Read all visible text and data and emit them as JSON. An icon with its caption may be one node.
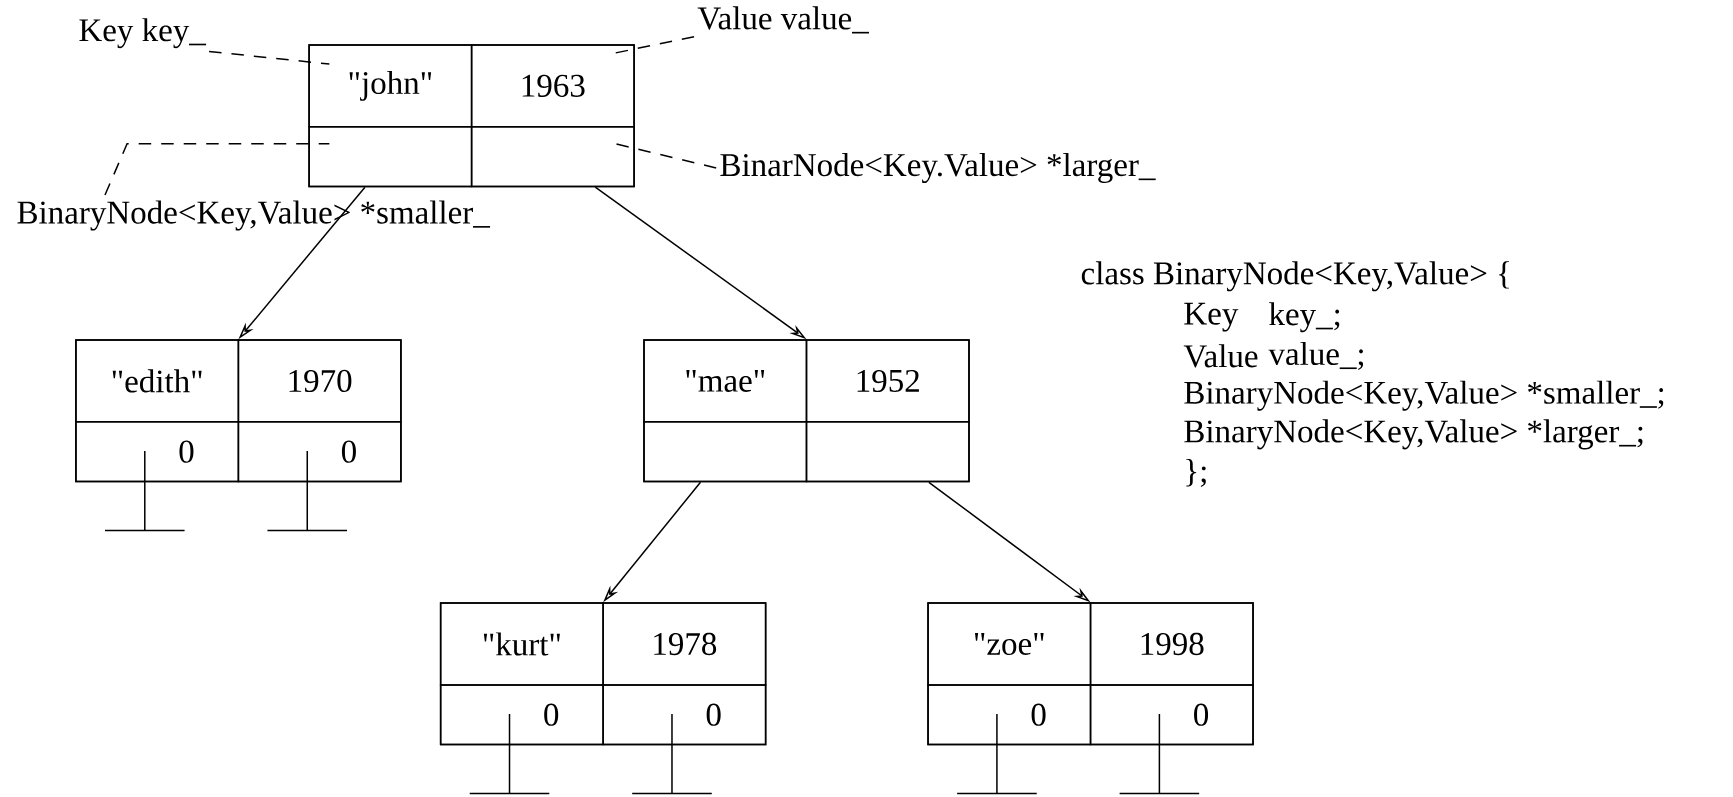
{
  "diagram": {
    "nodes": [
      {
        "text": [
          "Key key_"
        ]
      },
      {
        "text": [
          "Value value_"
        ]
      },
      {
        "text": [],
        "shape": "box"
      },
      {
        "text": [
          "\"john\""
        ],
        "in": 2
      },
      {
        "text": [
          "1963"
        ],
        "in": 2
      },
      {
        "text": [],
        "shape": "box",
        "in": 2
      },
      {
        "text": [],
        "shape": "box",
        "in": 2
      },
      {
        "text": [
          "BinarNode<Key.Value> *larger_"
        ]
      },
      {
        "text": [
          "BinaryNode<Key,Value> *smaller_"
        ]
      },
      {
        "text": [],
        "shape": "box"
      },
      {
        "text": [
          "\"edith\""
        ],
        "in": 9
      },
      {
        "text": [
          "1970"
        ],
        "in": 9
      },
      {
        "text": [
          "0"
        ],
        "in": 9
      },
      {
        "text": [
          "0"
        ],
        "in": 9
      },
      {
        "text": [],
        "shape": "box"
      },
      {
        "text": [
          "\"mae\""
        ],
        "in": 14
      },
      {
        "text": [
          "1952"
        ],
        "in": 14
      },
      {
        "text": [],
        "shape": "box",
        "in": 14
      },
      {
        "text": [],
        "shape": "box",
        "in": 14
      },
      {
        "text": [],
        "shape": "box"
      },
      {
        "text": [
          "\"kurt\""
        ],
        "in": 19
      },
      {
        "text": [
          "1978"
        ],
        "in": 19
      },
      {
        "text": [
          "0"
        ],
        "in": 19
      },
      {
        "text": [
          "0"
        ],
        "in": 19
      },
      {
        "text": [],
        "shape": "box"
      },
      {
        "text": [
          "\"zoe\""
        ],
        "in": 24
      },
      {
        "text": [
          "1998"
        ],
        "in": 24
      },
      {
        "text": [
          "0"
        ],
        "in": 24
      },
      {
        "text": [
          "0"
        ],
        "in": 24
      }
    ],
    "edges": [
      {
        "from": 0,
        "to": 3,
        "arrow": "none",
        "style": "dashed"
      },
      {
        "from": 1,
        "to": 4,
        "arrow": "none",
        "style": "dashed"
      },
      {
        "from": 7,
        "to": 6,
        "arrow": "none",
        "style": "dashed"
      },
      {
        "from": 8,
        "to": 5,
        "arrow": "none",
        "style": "dashed"
      },
      {
        "from": 5,
        "to": 9,
        "arrow": "to"
      },
      {
        "from": 6,
        "to": 14,
        "arrow": "to"
      },
      {
        "from": 17,
        "to": 19,
        "arrow": "to"
      },
      {
        "from": 18,
        "to": 24,
        "arrow": "to"
      }
    ],
    "labels": [
      "class BinaryNode<Key,Value> {",
      "Key",
      "key_;",
      "Value",
      "value_;",
      "BinaryNode<Key,Value> *smaller_;",
      "BinaryNode<Key,Value> *larger_;",
      "};"
    ]
  }
}
